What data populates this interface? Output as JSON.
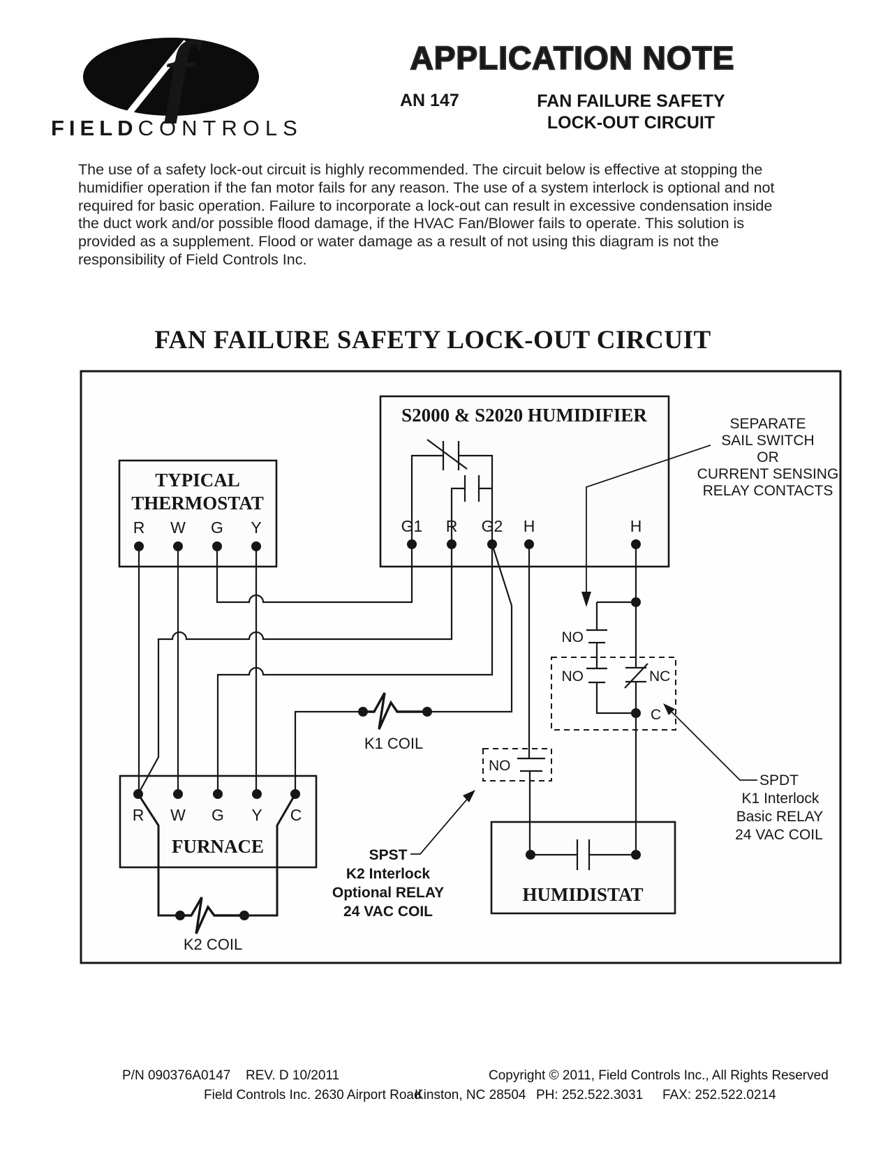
{
  "header": {
    "brand_bold": "FIELD",
    "brand_light": "CONTROLS",
    "banner": "APPLICATION NOTE",
    "note_number": "AN 147",
    "note_title_line1": "FAN FAILURE SAFETY",
    "note_title_line2": "LOCK-OUT CIRCUIT"
  },
  "intro": "The use of a safety lock-out circuit is highly recommended.  The circuit below is effective at stopping the humidifier operation if the fan motor fails for any reason.  The use of a system interlock is optional and not required for basic operation.  Failure to incorporate a lock-out can result in excessive condensation inside the duct work and/or possible flood damage, if the HVAC Fan/Blower fails to operate.  This solution is provided as a supplement.  Flood or water damage as a result of not using this diagram is not the responsibility of Field Controls Inc.",
  "diagram": {
    "title": "FAN FAILURE SAFETY LOCK-OUT CIRCUIT",
    "thermostat": {
      "name_line1": "TYPICAL",
      "name_line2": "THERMOSTAT",
      "terminals": [
        "R",
        "W",
        "G",
        "Y"
      ]
    },
    "humidifier": {
      "name": "S2000 & S2020 HUMIDIFIER",
      "terminals": [
        "G1",
        "R",
        "G2",
        "H",
        "H"
      ]
    },
    "furnace": {
      "name": "FURNACE",
      "terminals": [
        "R",
        "W",
        "G",
        "Y",
        "C"
      ]
    },
    "humidistat": {
      "name": "HUMIDISTAT"
    },
    "sail_note": [
      "SEPARATE",
      "SAIL SWITCH",
      "OR",
      "CURRENT SENSING",
      "RELAY CONTACTS"
    ],
    "spdt_note": [
      "SPDT",
      "K1 Interlock",
      "Basic RELAY",
      "24 VAC COIL"
    ],
    "spst_note": [
      "SPST",
      "K2 Interlock",
      "Optional RELAY",
      "24 VAC COIL"
    ],
    "contact_labels": {
      "no_sail": "NO",
      "no_k1": "NO",
      "nc_k1": "NC",
      "common": "C",
      "no_k2": "NO"
    },
    "coil_labels": {
      "k1": "K1 COIL",
      "k2": "K2 COIL"
    },
    "ink_color": "#161616"
  },
  "footer": {
    "part": "P/N 090376A0147",
    "rev": "REV. D  10/2011",
    "copyright": "Copyright © 2011, Field Controls Inc.,  All Rights Reserved",
    "company": "Field Controls Inc.  2630 Airport Road",
    "city": "Kinston, NC 28504",
    "phone": "PH: 252.522.3031",
    "fax": "FAX: 252.522.0214"
  }
}
